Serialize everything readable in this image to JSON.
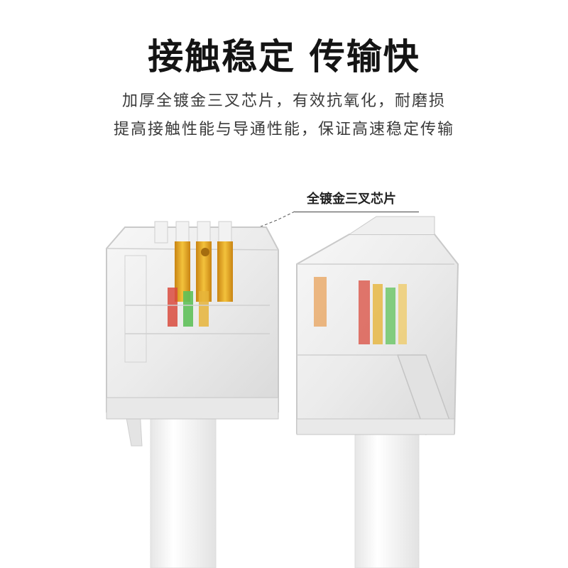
{
  "headline": "接触稳定 传输快",
  "subtitle": {
    "line1": "加厚全镀金三叉芯片，有效抗氧化，耐磨损",
    "line2": "提高接触性能与导通性能，保证高速稳定传输"
  },
  "callout": {
    "label": "全镀金三叉芯片"
  },
  "colors": {
    "background": "#ffffff",
    "gold": "#e0a21e",
    "wire_green": "#5fc15a",
    "wire_red": "#d94b3e",
    "cable": "#f4f4f4"
  }
}
